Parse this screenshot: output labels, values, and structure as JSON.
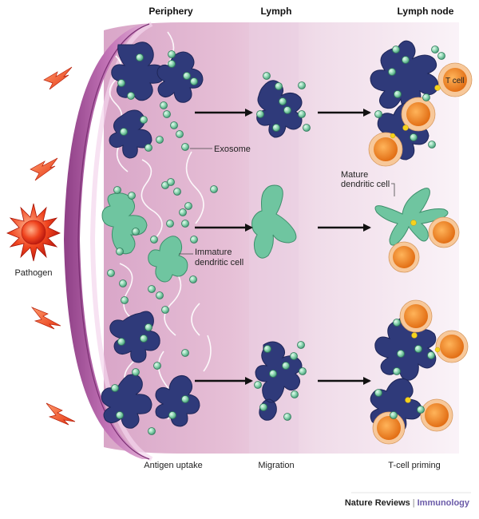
{
  "columns": {
    "periphery": "Periphery",
    "lymph": "Lymph",
    "lymph_node": "Lymph node"
  },
  "stages": {
    "antigen_uptake": "Antigen uptake",
    "migration": "Migration",
    "t_cell_priming": "T-cell priming"
  },
  "labels": {
    "exosome": "Exosome",
    "immature_line1": "Immature",
    "immature_line2": "dendritic cell",
    "mature_line1": "Mature",
    "mature_line2": "dendritic cell",
    "t_cell": "T cell",
    "pathogen": "Pathogen"
  },
  "credit": {
    "publisher": "Nature Reviews",
    "journal": "Immunology"
  },
  "colors": {
    "dc_dark": "#2f3a7a",
    "dc_green": "#6fc5a0",
    "exosome": "#7ec9a6",
    "t_cell": "#f08a1c",
    "t_cell_halo": "#f7c89a",
    "pathogen": "#e8321e",
    "tissue": "#c98ab8"
  }
}
